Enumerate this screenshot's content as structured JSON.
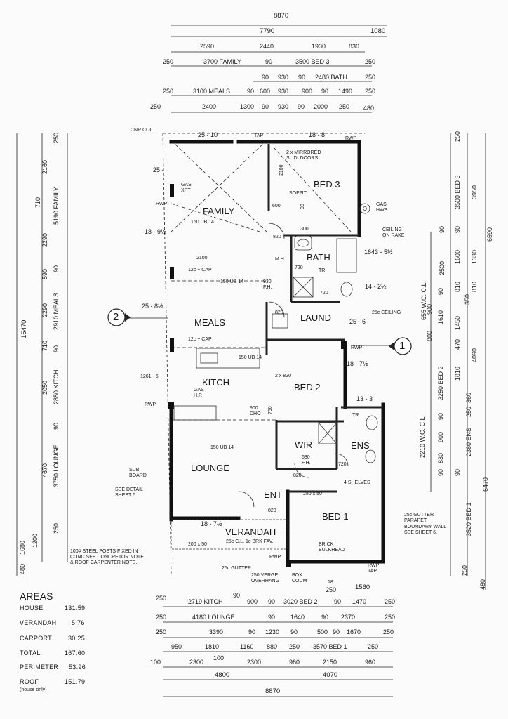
{
  "top_dims": {
    "overall": "8870",
    "r1": [
      "7790",
      "1080"
    ],
    "r2": [
      "2590",
      "2440",
      "1930",
      "830"
    ],
    "r3": [
      "250",
      "3700 FAMILY",
      "90",
      "3500 BED 3",
      "250"
    ],
    "r4": [
      "90",
      "930",
      "90",
      "2480 BATH",
      "250"
    ],
    "r5": [
      "250",
      "3100 MEALS",
      "90",
      "600",
      "930",
      "900",
      "90",
      "1490",
      "250"
    ],
    "r6": [
      "250",
      "2400",
      "1300",
      "90",
      "930",
      "90",
      "2000",
      "250",
      "480"
    ]
  },
  "bottom_dims": {
    "b1": [
      "250",
      "2719 KITCH",
      "90",
      "900",
      "90",
      "3020 BED 2",
      "90",
      "1470",
      "250"
    ],
    "b2": [
      "250",
      "4180 LOUNGE",
      "90",
      "1640",
      "90",
      "2370",
      "250"
    ],
    "b3": [
      "250",
      "3390",
      "90",
      "1230",
      "90",
      "500",
      "90",
      "1670",
      "250"
    ],
    "b4": [
      "950",
      "1810",
      "1160",
      "880",
      "250",
      "3570 BED 1",
      "250"
    ],
    "b5": [
      "100",
      "2300",
      "100",
      "2300",
      "960",
      "2150",
      "960"
    ],
    "b6": [
      "4800",
      "4070"
    ],
    "overall": "8870",
    "small": [
      "18",
      "250",
      "1560"
    ]
  },
  "left_dims": [
    "250",
    "2160",
    "710",
    "5190 FAMILY",
    "2290",
    "590",
    "90",
    "2290",
    "2910 MEALS",
    "710",
    "90",
    "2050",
    "2850 KITCH",
    "4670",
    "3750 LOUNGE",
    "90",
    "250",
    "1200",
    "1680",
    "480",
    "15470"
  ],
  "right_dims": [
    "250",
    "3500 BED 3",
    "3950",
    "6590",
    "90",
    "90",
    "2500",
    "1600",
    "1330",
    "655 W.C. C.L.",
    "900",
    "90",
    "810",
    "810",
    "350",
    "1610",
    "1450",
    "800",
    "470",
    "4090",
    "3250 BED 2",
    "1810",
    "250",
    "360",
    "2210 W.C. C.L.",
    "90",
    "900",
    "830",
    "90",
    "90",
    "2360 ENS",
    "6470",
    "3520 BED 1",
    "250",
    "480"
  ],
  "rooms": {
    "family": "FAMILY",
    "bed3": "BED 3",
    "bath": "BATH",
    "meals": "MEALS",
    "laund": "LAUND",
    "kitch": "KITCH",
    "bed2": "BED 2",
    "lounge": "LOUNGE",
    "wir": "WIR",
    "ens": "ENS",
    "ent": "ENT",
    "bed1": "BED 1",
    "verandah": "VERANDAH"
  },
  "notes": {
    "cnr_col": "CNR COL",
    "ang1": "25 - 10",
    "tap_top": "TAP",
    "ang2": "18 - 8",
    "rwp_top": "RWP",
    "mirrored": "2 x MIRRORED\nSLID. DOORS.",
    "soffit": "SOFFIT",
    "n2100": "2100",
    "gas_xpt": "GAS\nXPT",
    "rwp_left": "RWP",
    "ang_25": "25 -",
    "ub1": "150 UB 14",
    "n600": "600",
    "n90a": "90",
    "n300": "300",
    "gas_hws": "GAS\nHWS",
    "ceiling_rake": "CEILING\nON RAKE",
    "ang_18_9": "18 - 9½",
    "n820a": "820",
    "ang_1843": "1843 - 5½",
    "n2100b": "2100",
    "cap1": "12c + CAP",
    "ub2": "150 UB 14",
    "mh": "M.H.",
    "n720a": "720",
    "tr1": "TR",
    "n930": "930\nF.H.",
    "n720b": "720",
    "ang_14": "14 - 2½",
    "ang_25_8": "25 - 8½",
    "n820b": "820",
    "ceil_25c": "25c CEILING",
    "ang_25_6": "25 - 6",
    "cap2": "12c + CAP",
    "rwp_mid": "RWP",
    "ub3": "150 UB 14",
    "ang_18_7": "18 - 7½",
    "n1261": "1261 - 6",
    "n2x820": "2 x 820",
    "gas_hp": "GAS\nH.P.",
    "rwp_left2": "RWP",
    "n900dho": "900\nDHO",
    "n750": "750",
    "ang_13_3": "13 - 3",
    "tr2": "TR",
    "ub4": "150 UB 14",
    "n630": "630\nF.H.",
    "n720c": "720",
    "sub_board": "SUB\nBOARD",
    "detail": "SEE DETAIL\nSHEET 5",
    "n820c": "820",
    "shelves": "4 SHELVES",
    "n250x50": "250 x 50",
    "n820d": "820",
    "gutter_parapet": "25c GUTTER\nPARAPET\nBOUNDARY WALL\nSEE SHEET 6.",
    "ang_18_7b": "18 - 7½",
    "n200x50": "200 x 50",
    "ver_note": "25c C.L. 1c BRK FAV.",
    "steel": "100# STEEL POSTS FIXED IN\nCONC SEE CONCRETOR NOTE\n& ROOF CARPENTER NOTE.",
    "brick": "BRICK\nBULKHEAD",
    "rwp_bot": "RWP",
    "rwp_tap": "RWP\nTAP",
    "gutter": "25c GUTTER",
    "verge": "250 VERGE\nOVERHANG",
    "box_col": "BOX\nCOL'M",
    "section1": "1",
    "section2": "2"
  },
  "areas": {
    "title": "AREAS",
    "rows": [
      {
        "label": "HOUSE",
        "value": "131.59"
      },
      {
        "label": "VERANDAH",
        "value": "5.76"
      },
      {
        "label": "CARPORT",
        "value": "30.25"
      },
      {
        "label": "TOTAL",
        "value": "167.60"
      },
      {
        "label": "PERIMETER",
        "value": "53.96"
      },
      {
        "label": "ROOF",
        "value": "151.79"
      }
    ],
    "roof_note": "(house only)"
  }
}
